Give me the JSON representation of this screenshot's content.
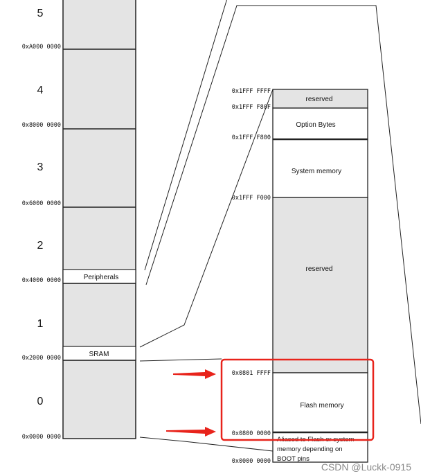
{
  "left_column": {
    "block_numbers": [
      "5",
      "4",
      "3",
      "2",
      "1",
      "0"
    ],
    "addresses": [
      "0xA000 0000",
      "0x8000 0000",
      "0x6000 0000",
      "0x4000 0000",
      "0x2000 0000",
      "0x0000 0000"
    ],
    "peripherals_label": "Peripherals",
    "sram_label": "SRAM"
  },
  "right_column": {
    "addresses": [
      "0x1FFF FFFF",
      "0x1FFF F80F",
      "0x1FFF F800",
      "0x1FFF F000",
      "0x0801 FFFF",
      "0x0800 0000",
      "0x0000 0000"
    ],
    "regions": [
      "reserved",
      "Option Bytes",
      "System memory",
      "reserved",
      "Flash memory"
    ],
    "aliased_label": [
      "Aliased to Flash or system",
      "memory depending on",
      "BOOT pins"
    ]
  },
  "colors": {
    "block_fill": "#e4e4e4",
    "white_fill": "#ffffff",
    "stroke": "#222222",
    "highlight": "#e8231b"
  },
  "watermark": "CSDN @Luckk-0915"
}
